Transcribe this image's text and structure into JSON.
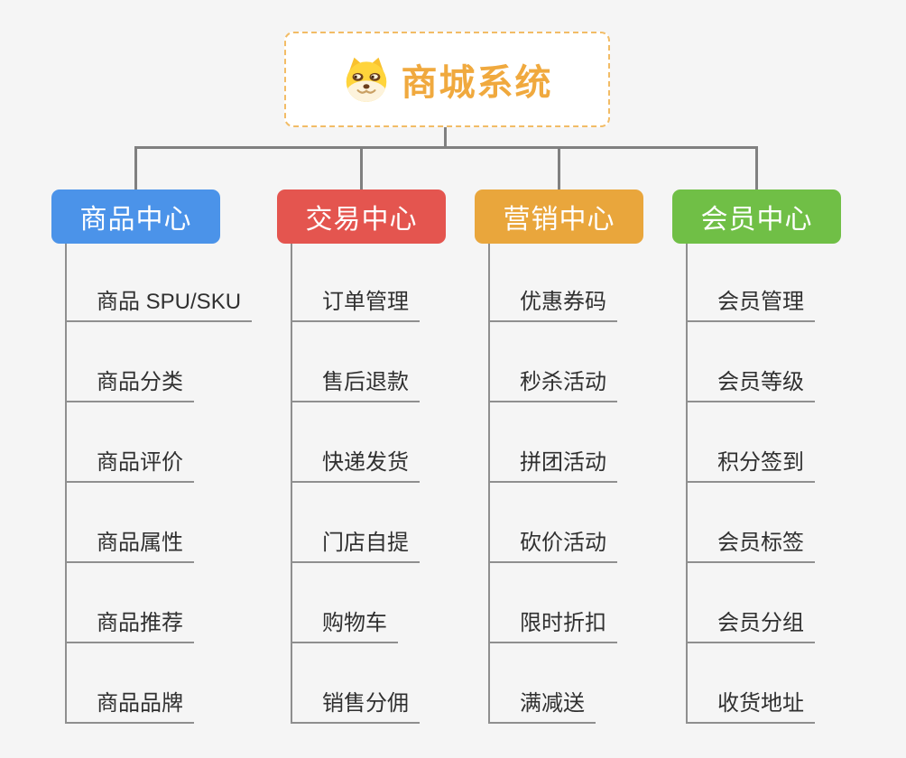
{
  "page": {
    "background_color": "#F5F5F5",
    "connector_color": "#808080"
  },
  "root": {
    "title": "商城系统",
    "title_color": "#F0A93E",
    "border_color": "#F2BC66",
    "logo_icon": "shiba-dog-icon"
  },
  "branches": [
    {
      "label": "商品中心",
      "color": "#4B93E9",
      "items": [
        "商品 SPU/SKU",
        "商品分类",
        "商品评价",
        "商品属性",
        "商品推荐",
        "商品品牌"
      ]
    },
    {
      "label": "交易中心",
      "color": "#E4554F",
      "items": [
        "订单管理",
        "售后退款",
        "快递发货",
        "门店自提",
        "购物车",
        "销售分佣"
      ]
    },
    {
      "label": "营销中心",
      "color": "#E9A63C",
      "items": [
        "优惠券码",
        "秒杀活动",
        "拼团活动",
        "砍价活动",
        "限时折扣",
        "满减送"
      ]
    },
    {
      "label": "会员中心",
      "color": "#70BF46",
      "items": [
        "会员管理",
        "会员等级",
        "积分签到",
        "会员标签",
        "会员分组",
        "收货地址"
      ]
    }
  ]
}
